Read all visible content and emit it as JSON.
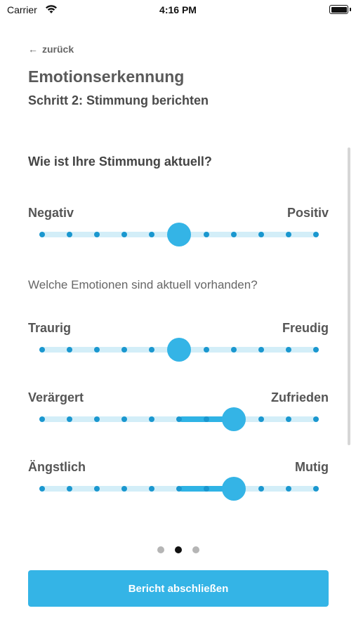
{
  "status_bar": {
    "carrier": "Carrier",
    "time": "4:16 PM"
  },
  "header": {
    "back_label": "zurück",
    "title": "Emotionserkennung",
    "subtitle": "Schritt 2: Stimmung berichten"
  },
  "question_mood": "Wie ist Ihre Stimmung aktuell?",
  "question_emotions": "Welche Emotionen sind aktuell vorhanden?",
  "sliders": [
    {
      "left_label": "Negativ",
      "right_label": "Positiv",
      "steps": 11,
      "value": 5,
      "baseline": 5
    },
    {
      "left_label": "Traurig",
      "right_label": "Freudig",
      "steps": 11,
      "value": 5,
      "baseline": 5
    },
    {
      "left_label": "Verärgert",
      "right_label": "Zufrieden",
      "steps": 11,
      "value": 7,
      "baseline": 5
    },
    {
      "left_label": "Ängstlich",
      "right_label": "Mutig",
      "steps": 11,
      "value": 7,
      "baseline": 5
    }
  ],
  "pager": {
    "count": 3,
    "active": 1
  },
  "submit_label": "Bericht abschließen",
  "colors": {
    "accent": "#34b4e6",
    "track": "#d3eef8",
    "dot": "#1a97cf"
  },
  "icons": {
    "back": "arrow-left-icon",
    "wifi": "wifi-icon",
    "battery": "battery-icon"
  }
}
